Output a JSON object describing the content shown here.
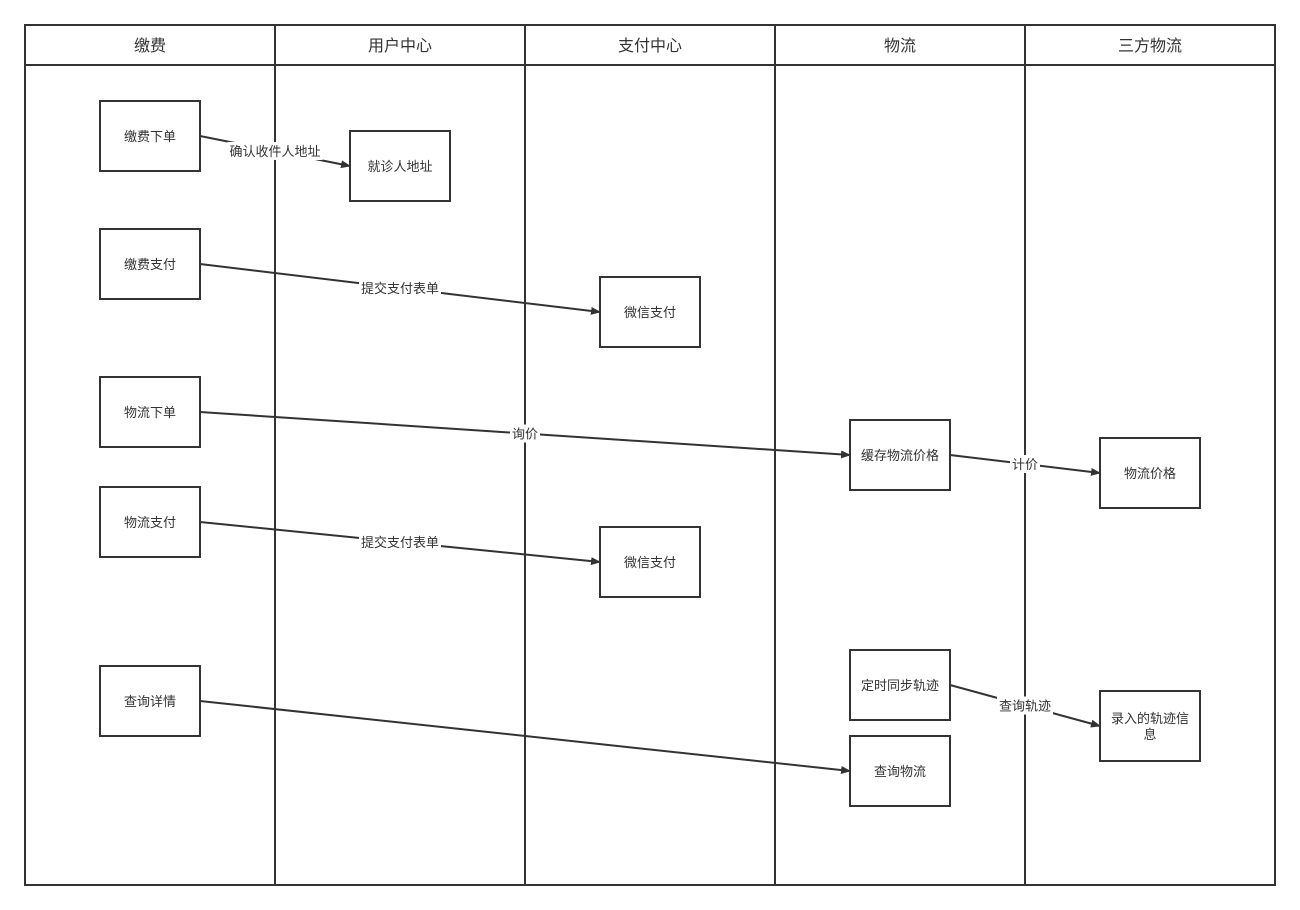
{
  "lanes": [
    {
      "id": "lane-jiaofei",
      "title": "缴费"
    },
    {
      "id": "lane-user-center",
      "title": "用户中心"
    },
    {
      "id": "lane-pay-center",
      "title": "支付中心"
    },
    {
      "id": "lane-logistics",
      "title": "物流"
    },
    {
      "id": "lane-third-logistics",
      "title": "三方物流"
    }
  ],
  "nodes": [
    {
      "id": "n-jiaofei-xiadan",
      "lane": 0,
      "lines": [
        "缴费下单"
      ]
    },
    {
      "id": "n-jiuzhen-dizhi",
      "lane": 1,
      "lines": [
        "就诊人地址"
      ]
    },
    {
      "id": "n-jiaofei-zhifu",
      "lane": 0,
      "lines": [
        "缴费支付"
      ]
    },
    {
      "id": "n-weixin-zhifu-1",
      "lane": 2,
      "lines": [
        "微信支付"
      ]
    },
    {
      "id": "n-wuliu-xiadan",
      "lane": 0,
      "lines": [
        "物流下单"
      ]
    },
    {
      "id": "n-huancun-jiage",
      "lane": 3,
      "lines": [
        "缓存物流价格"
      ]
    },
    {
      "id": "n-wuliu-jiage",
      "lane": 4,
      "lines": [
        "物流价格"
      ]
    },
    {
      "id": "n-wuliu-zhifu",
      "lane": 0,
      "lines": [
        "物流支付"
      ]
    },
    {
      "id": "n-weixin-zhifu-2",
      "lane": 2,
      "lines": [
        "微信支付"
      ]
    },
    {
      "id": "n-dingshi-tongbu",
      "lane": 3,
      "lines": [
        "定时同步轨迹"
      ]
    },
    {
      "id": "n-luru-guiji",
      "lane": 4,
      "lines": [
        "录入的轨迹信",
        "息"
      ]
    },
    {
      "id": "n-chaxun-xiangqing",
      "lane": 0,
      "lines": [
        "查询详情"
      ]
    },
    {
      "id": "n-chaxun-wuliu",
      "lane": 3,
      "lines": [
        "查询物流"
      ]
    }
  ],
  "edges": [
    {
      "id": "e-confirm-address",
      "from": "n-jiaofei-xiadan",
      "to": "n-jiuzhen-dizhi",
      "label": "确认收件人地址"
    },
    {
      "id": "e-submit-pay-1",
      "from": "n-jiaofei-zhifu",
      "to": "n-weixin-zhifu-1",
      "label": "提交支付表单"
    },
    {
      "id": "e-inquire-price",
      "from": "n-wuliu-xiadan",
      "to": "n-huancun-jiage",
      "label": "询价"
    },
    {
      "id": "e-calc-price",
      "from": "n-huancun-jiage",
      "to": "n-wuliu-jiage",
      "label": "计价"
    },
    {
      "id": "e-submit-pay-2",
      "from": "n-wuliu-zhifu",
      "to": "n-weixin-zhifu-2",
      "label": "提交支付表单"
    },
    {
      "id": "e-query-track",
      "from": "n-dingshi-tongbu",
      "to": "n-luru-guiji",
      "label": "查询轨迹"
    },
    {
      "id": "e-query-detail",
      "from": "n-chaxun-xiangqing",
      "to": "n-chaxun-wuliu",
      "label": ""
    }
  ]
}
